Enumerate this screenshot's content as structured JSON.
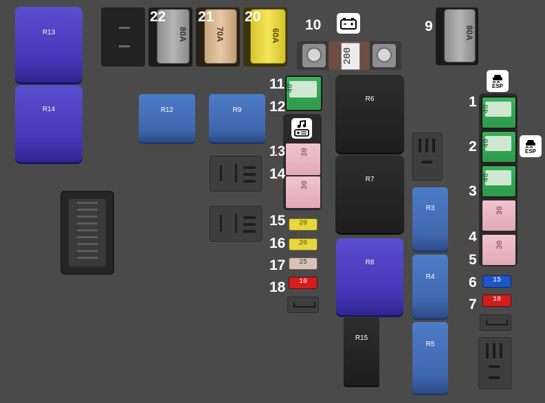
{
  "relays": {
    "r13": "R13",
    "r14": "R14",
    "r12": "R12",
    "r9": "R9",
    "r6": "R6",
    "r7": "R7",
    "r8": "R8",
    "r3": "R3",
    "r4": "R4",
    "r5": "R5",
    "r15": "R15"
  },
  "maxi_fuses": {
    "f22": {
      "num": "22",
      "rating": "80A"
    },
    "f21": {
      "num": "21",
      "rating": "70A"
    },
    "f20": {
      "num": "20",
      "rating": "60A"
    },
    "f9": {
      "num": "9",
      "rating": "80A"
    }
  },
  "main_fuse": {
    "num": "10",
    "rating": "200"
  },
  "jcase_fuses": {
    "f11": {
      "num": "11",
      "rating": "40"
    },
    "f12": {
      "num": "12",
      "rating": ""
    },
    "f13": {
      "num": "13",
      "rating": "30"
    },
    "f14": {
      "num": "14",
      "rating": "30"
    },
    "f1": {
      "num": "1",
      "rating": "40"
    },
    "f2": {
      "num": "2",
      "rating": "40"
    },
    "f3": {
      "num": "3",
      "rating": "40"
    },
    "f4": {
      "num": "4",
      "rating": "30"
    },
    "f5": {
      "num": "5",
      "rating": ""
    }
  },
  "mini_fuses": {
    "f15": {
      "num": "15",
      "rating": "20"
    },
    "f16": {
      "num": "16",
      "rating": "20"
    },
    "f17": {
      "num": "17",
      "rating": "25"
    },
    "f18": {
      "num": "18",
      "rating": "10"
    },
    "f6": {
      "num": "6",
      "rating": "15"
    },
    "f7": {
      "num": "7",
      "rating": "10"
    }
  },
  "badges": {
    "esp1": "ESP",
    "esp2": "ESP"
  },
  "icons": [
    "battery-icon",
    "music-radio-icon",
    "esp-traction-icon"
  ],
  "colors": {
    "purple_relay": "#4438b8",
    "blue_relay": "#3f67ad",
    "green_fuse": "#2e9a4a",
    "pink_fuse": "#e9b5c0",
    "yellow_fuse": "#e6d640",
    "red_fuse": "#d21d1d",
    "blue_fuse": "#1e55c8"
  }
}
